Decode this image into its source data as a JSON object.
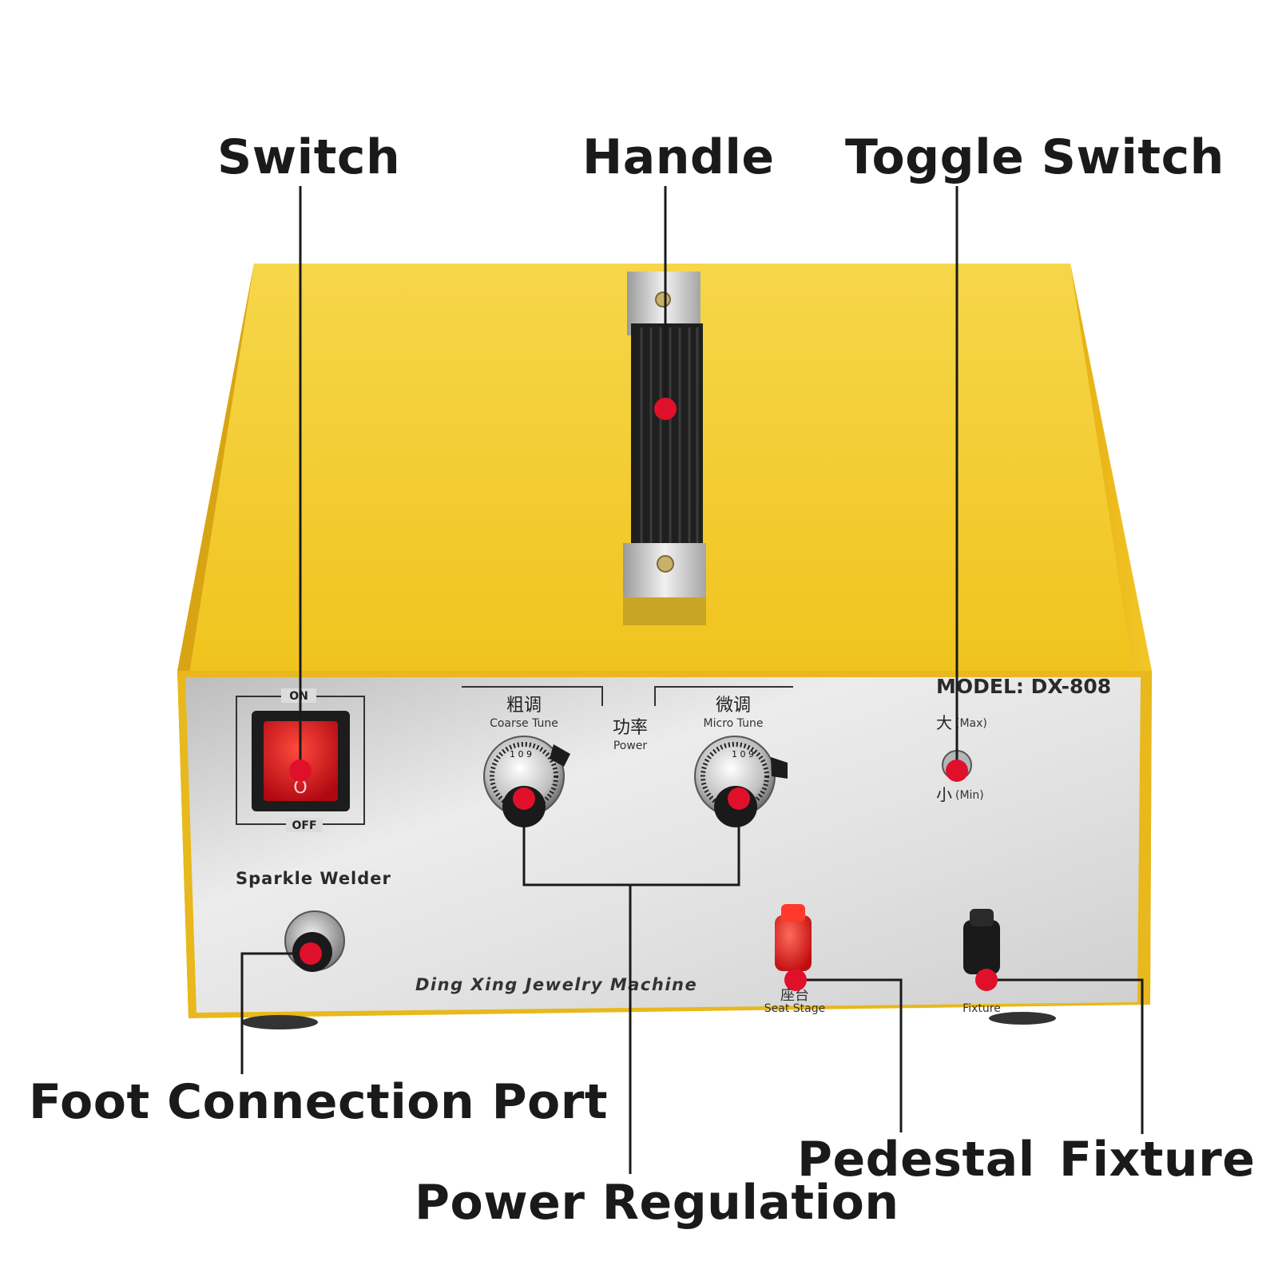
{
  "callouts": {
    "switch": "Switch",
    "handle": "Handle",
    "toggle_switch": "Toggle Switch",
    "foot_connection_port": "Foot Connection Port",
    "power_regulation": "Power Regulation",
    "pedestal": "Pedestal",
    "fixture": "Fixture"
  },
  "panel": {
    "on_label": "ON",
    "off_label": "OFF",
    "rocker_on_glyph": "I",
    "rocker_off_glyph": "O",
    "coarse_cn": "粗调",
    "coarse_en": "Coarse Tune",
    "power_cn": "功率",
    "power_en": "Power",
    "micro_cn": "微调",
    "micro_en": "Micro Tune",
    "dial_digits": "1 0 9",
    "model": "MODEL: DX-808",
    "max_cn": "大",
    "max_en": "(Max)",
    "min_cn": "小",
    "min_en": "(Min)",
    "product_name": "Sparkle Welder",
    "brand": "Ding Xing Jewelry Machine",
    "seat_stage_cn": "座台",
    "seat_stage_en": "Seat Stage",
    "fixture_en": "Fixture"
  },
  "colors": {
    "case_yellow": "#f2c31c",
    "panel_silver": "#d9d9d9",
    "marker_red": "#e0102a",
    "rocker_red": "#d8141c",
    "leader_line": "#1a1a1a"
  }
}
